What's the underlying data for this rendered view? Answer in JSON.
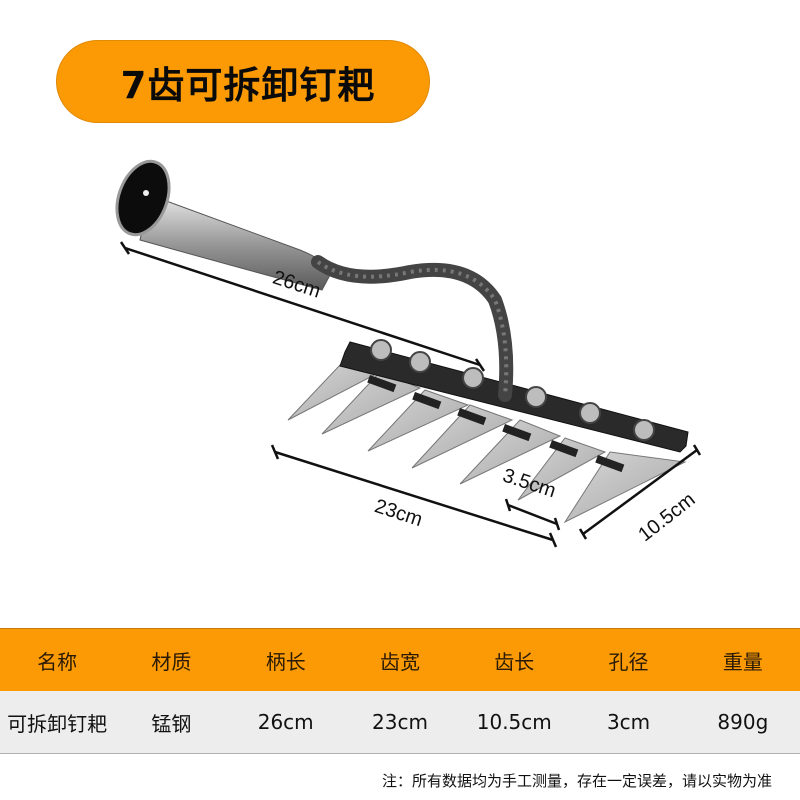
{
  "title": "7齿可拆卸钉耙",
  "colors": {
    "accent_orange": "#fb9a05",
    "table_row_bg": "#ededed"
  },
  "illustration": {
    "subject": "7-tooth detachable rake head with socket handle",
    "teeth_count": 7,
    "bolt_count": 6,
    "dimensions": {
      "handle_length": "26cm",
      "head_width": "23cm",
      "tooth_gap": "3.5cm",
      "tooth_length": "10.5cm"
    }
  },
  "spec_table": {
    "headers": [
      "名称",
      "材质",
      "柄长",
      "齿宽",
      "齿长",
      "孔径",
      "重量"
    ],
    "rows": [
      [
        "可拆卸钉耙",
        "锰钢",
        "26cm",
        "23cm",
        "10.5cm",
        "3cm",
        "890g"
      ]
    ]
  },
  "footnote": "注：所有数据均为手工测量，存在一定误差，请以实物为准"
}
